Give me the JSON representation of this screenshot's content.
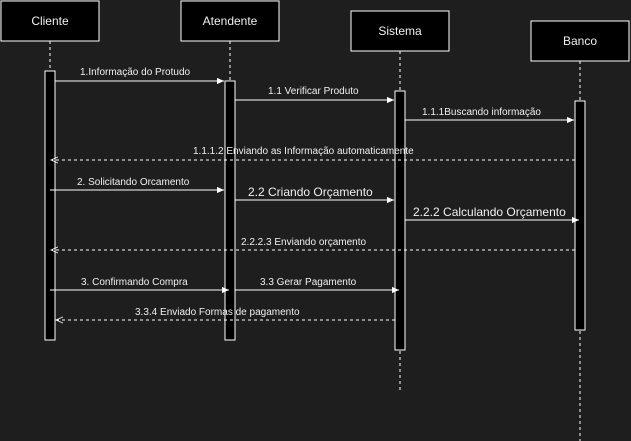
{
  "actors": [
    {
      "id": "cliente",
      "label": "Cliente"
    },
    {
      "id": "atendente",
      "label": "Atendente"
    },
    {
      "id": "sistema",
      "label": "Sistema"
    },
    {
      "id": "banco",
      "label": "Banco"
    }
  ],
  "messages": [
    {
      "label": "1.Informação do Protudo",
      "type": "sync"
    },
    {
      "label": "1.1 Verificar Produto",
      "type": "sync"
    },
    {
      "label": "1.1.1Buscando informação",
      "type": "sync"
    },
    {
      "label": "1.1.1.2 Enviando as Informação automaticamente",
      "type": "return"
    },
    {
      "label": "2. Solicitando Orcamento",
      "type": "sync"
    },
    {
      "label": "2.2 Criando Orçamento",
      "type": "sync"
    },
    {
      "label": "2.2.2 Calculando Orçamento",
      "type": "sync"
    },
    {
      "label": "2.2.2.3 Enviando orçamento",
      "type": "return"
    },
    {
      "label": "3. Confirmando Compra",
      "type": "sync"
    },
    {
      "label": "3.3 Gerar Pagamento",
      "type": "sync"
    },
    {
      "label": "3.3.4 Enviado Formas de pagamento",
      "type": "return"
    }
  ]
}
